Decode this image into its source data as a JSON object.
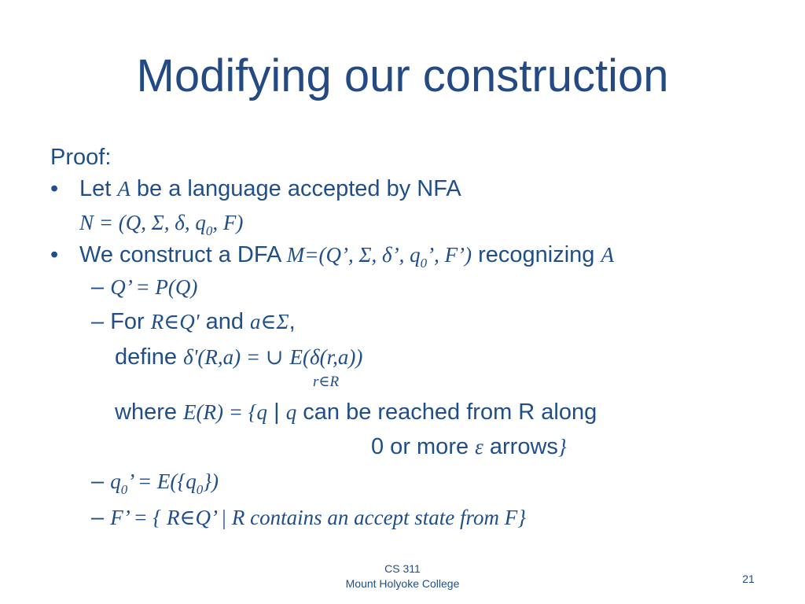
{
  "slide": {
    "title": "Modifying our construction",
    "proof_label": "Proof:",
    "bullet_char": "•",
    "dash_char": "–",
    "line1": {
      "pre": "Let ",
      "math_A": "A",
      "post": " be a language accepted by NFA"
    },
    "line2": {
      "pre": "N = (Q, Σ, δ, q",
      "sub": "0",
      "post": ", F)"
    },
    "line3": {
      "pre": "We construct a DFA ",
      "math_a": "M=(Q’, Σ, δ’, q",
      "sub": "0",
      "math_b": "’, F’)",
      "mid": " recognizing ",
      "math_A": "A"
    },
    "line4": {
      "math": "Q’ = P(Q)"
    },
    "line5": {
      "pre": "For ",
      "math_R": "R∈Q'",
      "mid": " and ",
      "math_a": "a∈Σ",
      "post": ","
    },
    "line6": {
      "pre": "define ",
      "math_lhs": "δ'(R,a) = ",
      "union": "∪",
      "math_rhs": "E(δ(r,a))",
      "underset": "r∈R"
    },
    "line7": {
      "pre": "where ",
      "math_a": "E(R) = {q",
      "bar": " | ",
      "math_q": "q",
      "post": " can be reached from R along"
    },
    "line8": {
      "pre": "0 or more ",
      "epsilon": "ε",
      "mid": " arrows",
      "close": "}"
    },
    "line9": {
      "math_a": "q",
      "sub1": "0",
      "math_b": "’ = E({q",
      "sub2": "0",
      "math_c": "})"
    },
    "line10": {
      "math": "F’ = { R∈Q’ | R contains an accept state from F}"
    }
  },
  "footer": {
    "course": "CS 311",
    "college": "Mount Holyoke College"
  },
  "page_number": "21",
  "colors": {
    "text": "#1f4e89",
    "title": "#244a84",
    "background": "#ffffff"
  }
}
